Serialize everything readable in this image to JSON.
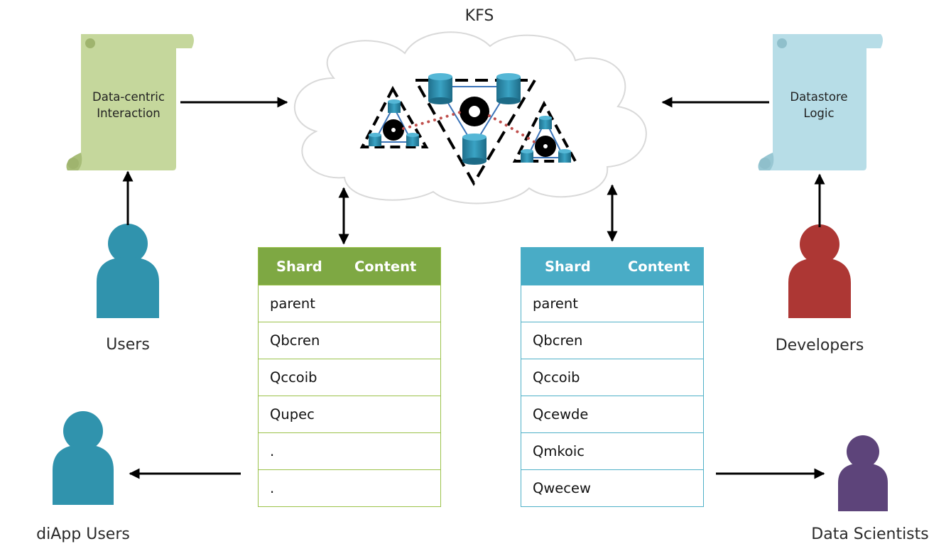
{
  "title": "KFS",
  "left_scroll": {
    "text": "Data-centric\nInteraction",
    "color": "#c5d79c"
  },
  "right_scroll": {
    "text": "Datastore\nLogic",
    "color": "#b7dde7"
  },
  "actors": {
    "users": {
      "label": "Users",
      "color": "#3093ad"
    },
    "developers": {
      "label": "Developers",
      "color": "#ad3734"
    },
    "diapp_users": {
      "label": "diApp Users",
      "color": "#3093ad"
    },
    "data_scientists": {
      "label": "Data Scientists",
      "color": "#5d447a"
    }
  },
  "left_table": {
    "header": {
      "shard": "Shard",
      "content": "Content"
    },
    "rows": [
      "parent",
      "Qbcren",
      "Qccoib",
      "Qupec",
      ".",
      "."
    ]
  },
  "right_table": {
    "header": {
      "shard": "Shard",
      "content": "Content"
    },
    "rows": [
      "parent",
      "Qbcren",
      "Qccoib",
      "Qcewde",
      "Qmkoic",
      "Qwecew"
    ]
  }
}
